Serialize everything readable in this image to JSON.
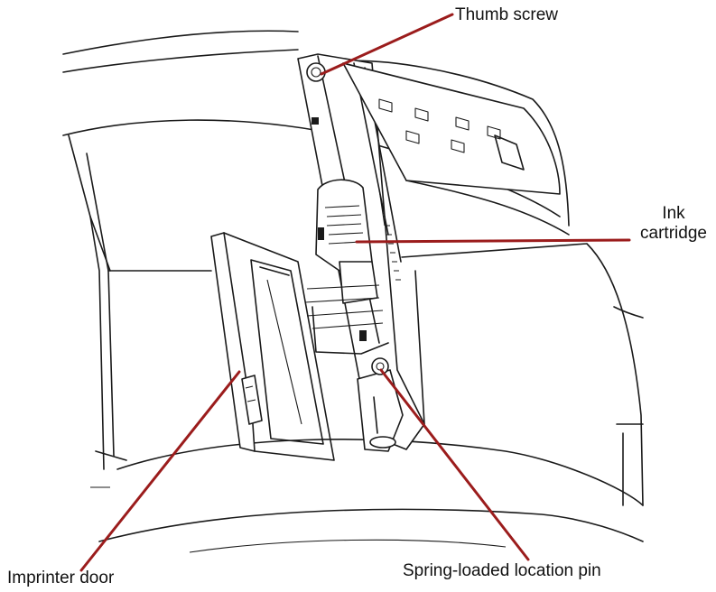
{
  "callouts": {
    "thumb_screw": "Thumb screw",
    "ink_cartridge_line1": "Ink",
    "ink_cartridge_line2": "cartridge",
    "imprinter_door": "Imprinter door",
    "location_pin": "Spring-loaded location pin"
  },
  "colors": {
    "leader_line": "#9b1c1c",
    "drawing_line": "#1a1a1a",
    "background": "#ffffff"
  }
}
